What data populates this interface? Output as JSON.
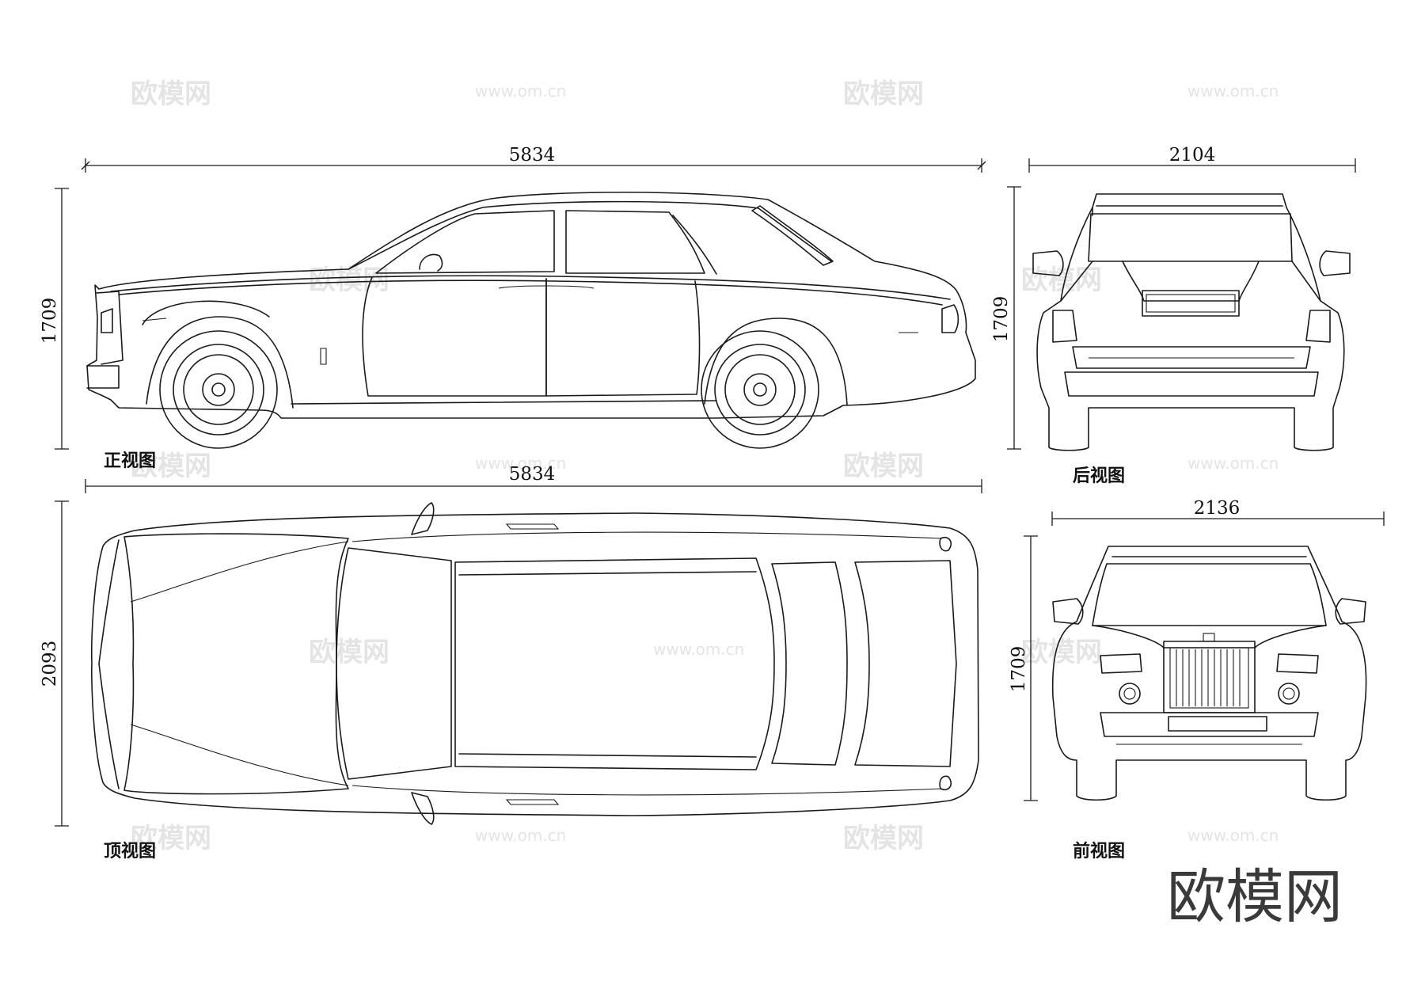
{
  "dimensions": {
    "side_length": "5834",
    "side_height": "1709",
    "rear_width": "2104",
    "rear_height": "1709",
    "top_length": "5834",
    "top_width": "2093",
    "front_width": "2136",
    "front_height": "1709"
  },
  "view_labels": {
    "side": "正视图",
    "rear": "后视图",
    "top": "顶视图",
    "front": "前视图"
  },
  "watermark": {
    "brand": "欧模网",
    "url": "www.om.cn"
  }
}
